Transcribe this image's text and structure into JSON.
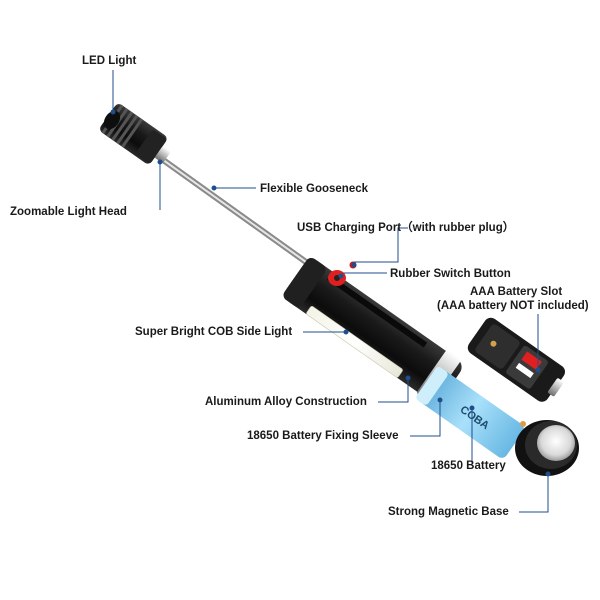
{
  "labels": {
    "led_light": "LED Light",
    "zoomable_head": "Zoomable Light Head",
    "gooseneck": "Flexible Gooseneck",
    "usb_port": "USB Charging Port",
    "usb_port_note": "（with rubber plug）",
    "switch": "Rubber Switch Button",
    "aaa_slot": "AAA Battery Slot",
    "aaa_note": "(AAA battery NOT included)",
    "cob_light": "Super Bright COB Side Light",
    "alloy": "Aluminum Alloy Construction",
    "sleeve": "18650 Battery Fixing Sleeve",
    "battery_18650": "18650 Battery",
    "magnetic_base": "Strong Magnetic Base"
  },
  "battery_print": "COBA",
  "colors": {
    "leader": "#1f4e8c",
    "text": "#1a1a1a",
    "body": "#141414",
    "accent_red": "#e02020",
    "battery_blue": "#7fc8ee"
  }
}
